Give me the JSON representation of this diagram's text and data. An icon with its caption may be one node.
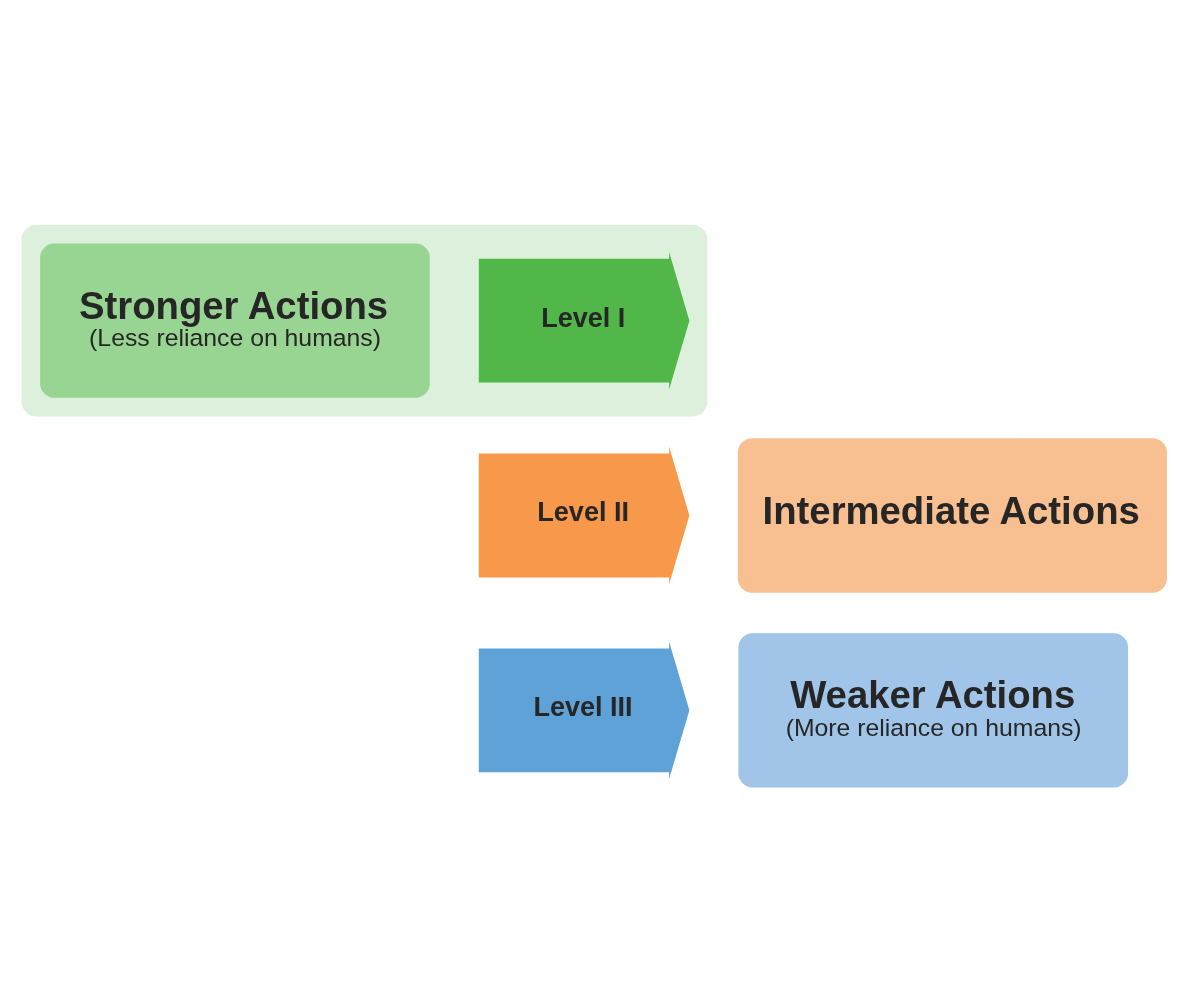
{
  "diagram": {
    "nodes": [
      {
        "text": [],
        "shape": "box"
      },
      {
        "text": [
          "Level I"
        ],
        "in": 0
      },
      {
        "text": [
          "Stronger Actions",
          "(Less reliance on humans)"
        ],
        "in": 0
      },
      {
        "text": [
          "Level II"
        ]
      },
      {
        "text": [
          "Intermediate Actions"
        ]
      },
      {
        "text": [
          "Level III"
        ]
      },
      {
        "text": [
          "Weaker Actions",
          "(More reliance on humans)"
        ]
      }
    ]
  }
}
